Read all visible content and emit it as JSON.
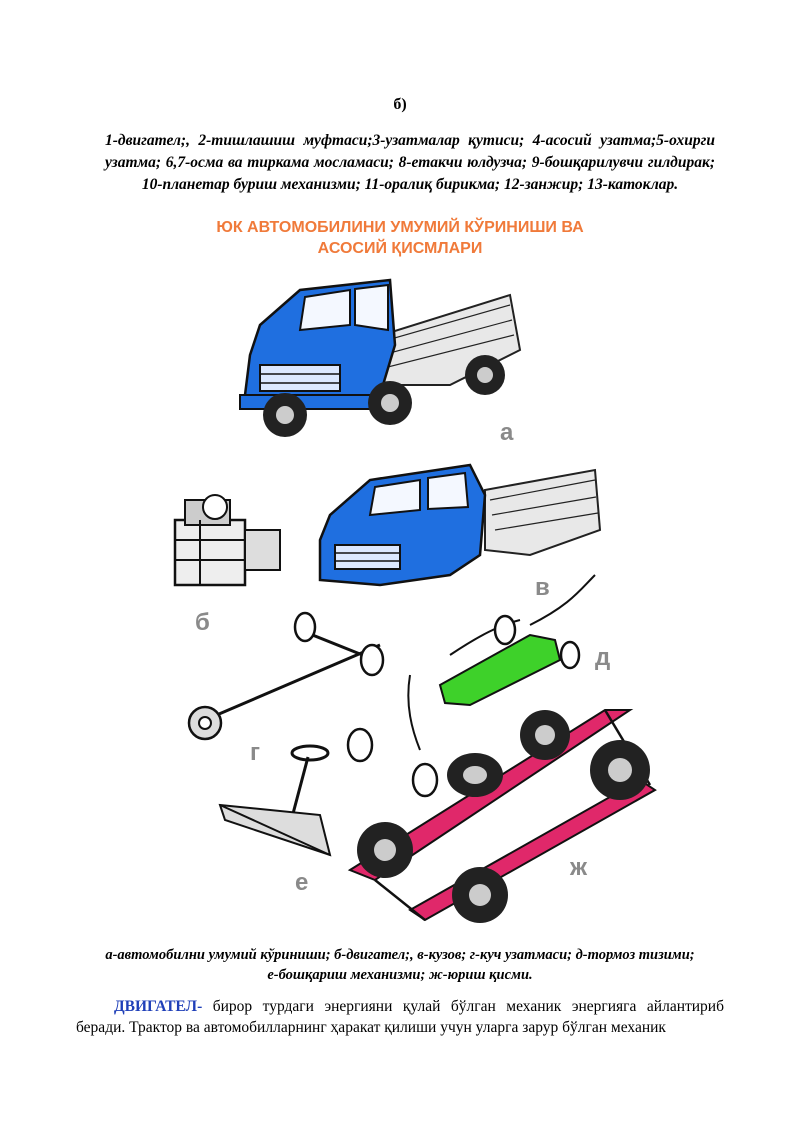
{
  "heading_b": "б)",
  "legend_text": "1-двигател;, 2-тишлашиш муфтаси;3-узатмалар қутиси; 4-асосий узатма;5-охирги узатма; 6,7-осма ва тиркама мосламаси; 8-етакчи юлдузча; 9-бошқарилувчи гилдирак; 10-планетар буриш механизми; 11-оралиқ бирикма; 12-занжир; 13-катоклар.",
  "title_line1": "ЮК АВТОМОБИЛИНИ УМУМИЙ КЎРИНИШИ ВА",
  "title_line2": "АСОСИЙ ҚИСМЛАРИ",
  "figure": {
    "letters": {
      "a": "а",
      "b": "б",
      "v": "в",
      "g": "г",
      "d": "д",
      "e": "е",
      "zh": "ж"
    },
    "colors": {
      "cab_blue": "#1f6fe0",
      "frame_red": "#e0286a",
      "brake_green": "#3ed12a"
    }
  },
  "figure_caption": "а-автомобилни умумий кўриниши; б-двигател;, в-кузов; г-куч узатмаси; д-тормоз тизими; е-бошқариш механизми; ж-юриш қисми.",
  "paragraph": {
    "term": "ДВИГАТЕЛ-",
    "text": " бирор турдаги энергияни қулай бўлган механик энергияга айлантириб беради. Трактор ва автомобилларнинг ҳаракат қилиши учун уларга зарур бўлган  механик"
  }
}
